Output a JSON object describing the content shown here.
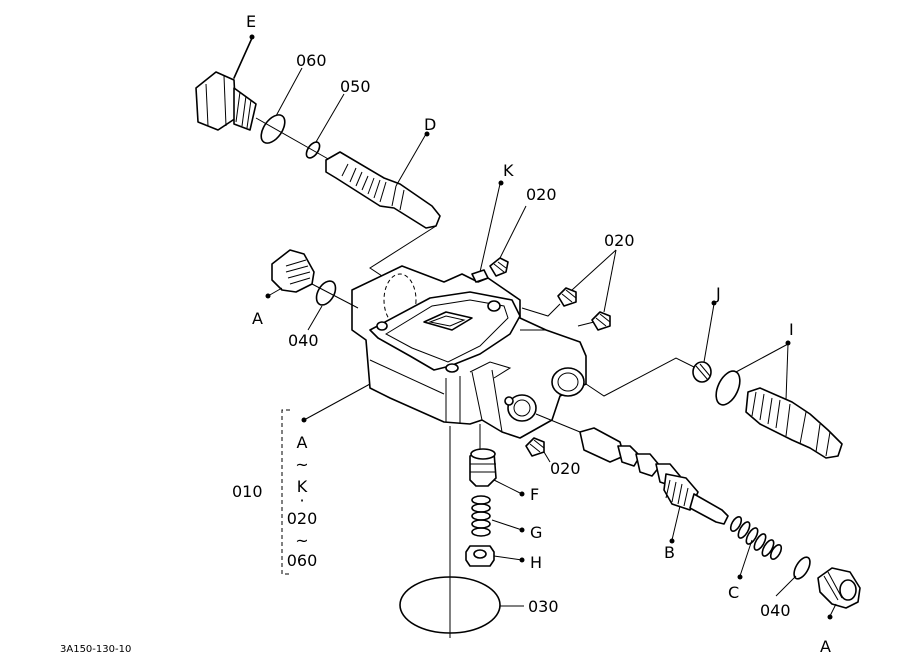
{
  "figure_code": "3A150-130-10",
  "callouts": {
    "E": "E",
    "c060_top": "060",
    "c050": "050",
    "D": "D",
    "K": "K",
    "c020_a": "020",
    "c020_b": "020",
    "J": "J",
    "I": "I",
    "A_left": "A",
    "c040_left": "040",
    "c020_c": "020",
    "F": "F",
    "G": "G",
    "H": "H",
    "B": "B",
    "C": "C",
    "c040_right": "040",
    "A_right": "A",
    "c030": "030"
  },
  "assembly_group": {
    "number": "010",
    "lines": [
      "A",
      "~",
      "K",
      "·",
      "020",
      "~",
      "060"
    ]
  }
}
